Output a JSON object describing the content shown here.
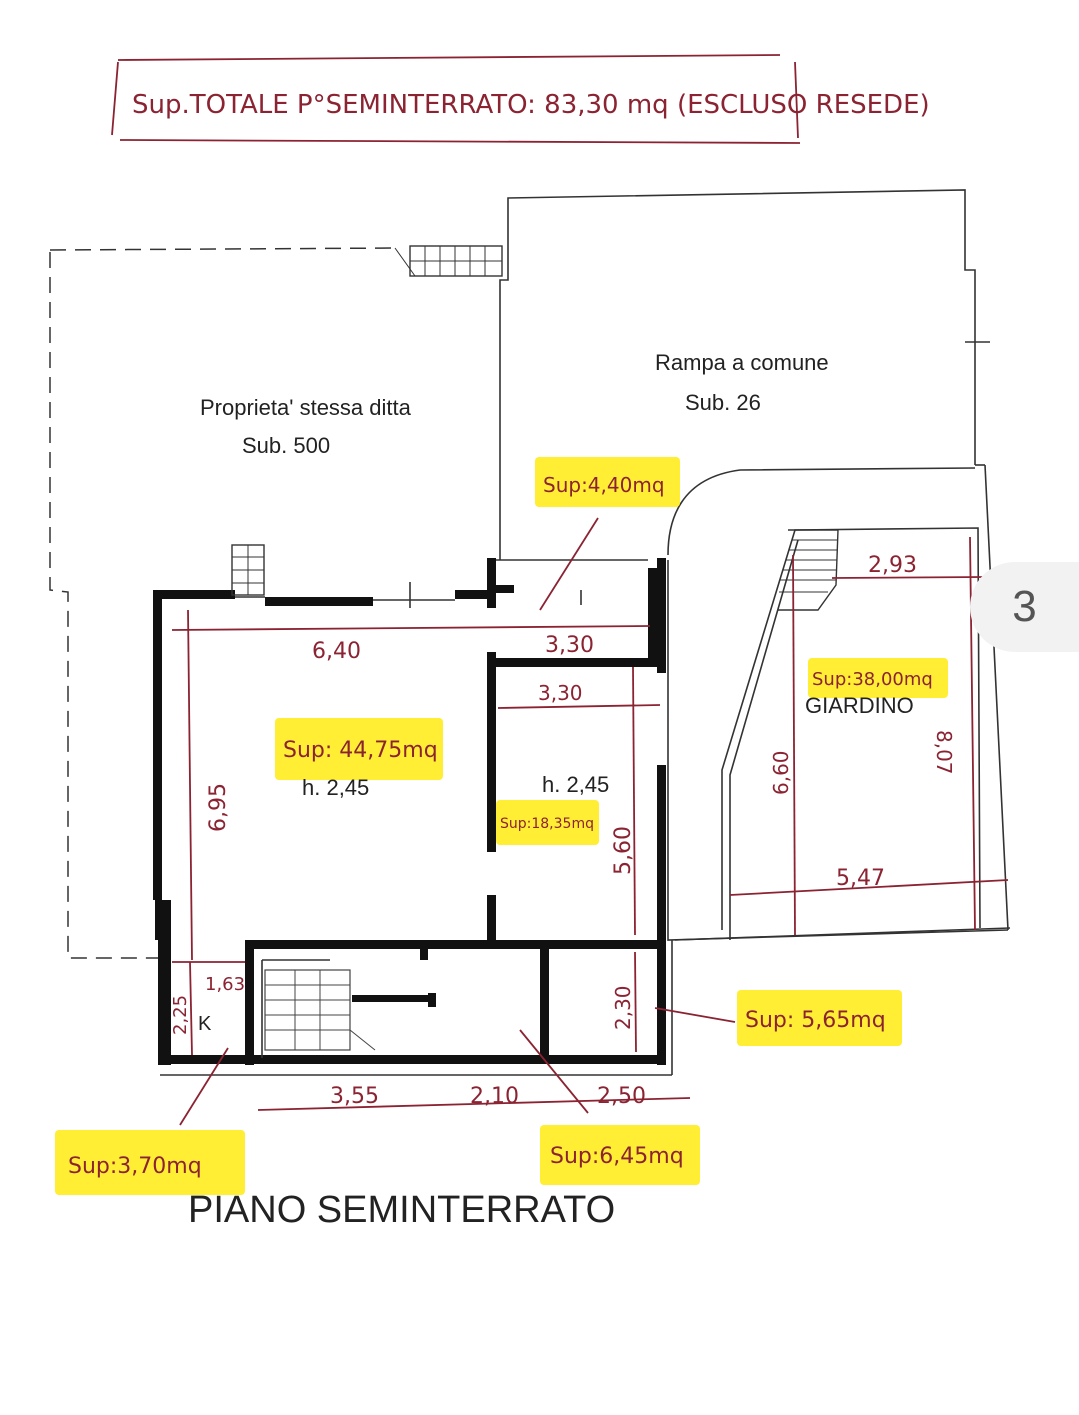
{
  "header": {
    "total_note": "Sup.TOTALE P°SEMINTERRATO: 83,30 mq (ESCLUSO RESEDE)"
  },
  "areas": {
    "neighbour": {
      "name": "Proprieta' stessa ditta",
      "sub": "Sub. 500"
    },
    "ramp": {
      "name": "Rampa a comune",
      "sub": "Sub. 26"
    },
    "garden": {
      "name": "GIARDINO"
    }
  },
  "surfaces": {
    "ramp_strip": "Sup:4,40mq",
    "main_room": "Sup: 44,75mq",
    "side_room": "Sup:18,35mq",
    "garden": "Sup:38,00mq",
    "storage": "Sup: 5,65mq",
    "kitchenette": "Sup:3,70mq",
    "stairwell": "Sup:6,45mq"
  },
  "heights": {
    "main_room": "h. 2,45",
    "side_room": "h. 2,45"
  },
  "dimensions": {
    "main_width": "6,40",
    "top_right": "3,30",
    "side_width": "3,30",
    "main_depth": "6,95",
    "side_depth": "5,60",
    "k_width": "1,63",
    "k_depth": "2,25",
    "storage_depth": "2,30",
    "bottom_a": "3,55",
    "bottom_b": "2,10",
    "bottom_c": "2,50",
    "garden_top": "2,93",
    "garden_bottom": "5,47",
    "garden_left": "6,60",
    "garden_right": "8,07"
  },
  "rooms": {
    "k_label": "K"
  },
  "footer": {
    "title": "PIANO SEMINTERRATO"
  },
  "page": {
    "number": "3"
  },
  "colors": {
    "ink": "#8b2332",
    "highlight": "#ffee33",
    "walls": "#111111"
  }
}
